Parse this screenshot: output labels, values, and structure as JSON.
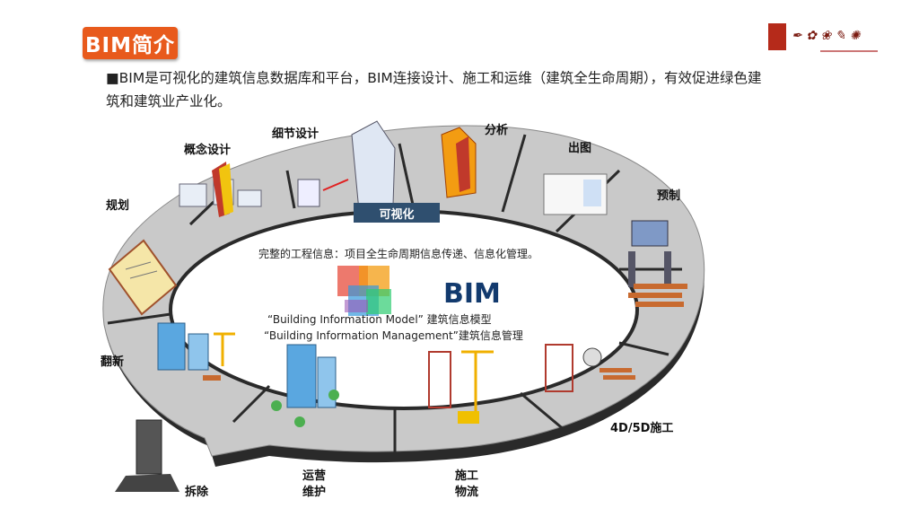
{
  "title": "BIM简介",
  "intro": "■BIM是可视化的建筑信息数据库和平台，BIM连接设计、施工和运维（建筑全生命周期），有效促进绿色建筑和建筑业产业化。",
  "ring_labels": {
    "concept": "概念设计",
    "detail": "细节设计",
    "analysis": "分析",
    "drawing": "出图",
    "prefab": "预制",
    "planning": "规划",
    "renovation": "翻新",
    "demolition": "拆除",
    "operation": "运营\n维护",
    "construction": "施工\n物流",
    "construction4d": "4D/5D施工"
  },
  "visual_tab": "可视化",
  "center": {
    "info_line": "完整的工程信息：项目全生命周期信息传递、信息化管理。",
    "bim": "BIM",
    "model_line": "“Building Information Model” 建筑信息模型",
    "management_line": "“Building Information Management”建筑信息管理"
  },
  "colors": {
    "accent": "#e85a1c",
    "ring_top": "#c9c9c9",
    "ring_side": "#2a2a2a",
    "tab": "#2f4f6f"
  }
}
